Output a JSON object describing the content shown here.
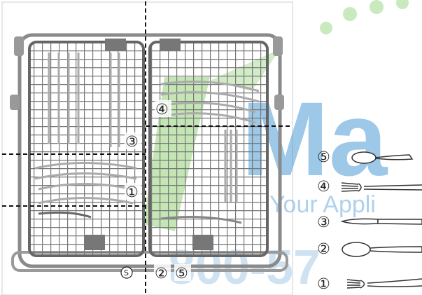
{
  "figure": {
    "watermark": {
      "brand_text": "Ma",
      "tagline_text": "Your Appli",
      "phone_text": "800-57",
      "brand_color": "#3a8fd0",
      "leaf_color": "#6cc04a",
      "phone_color": "#2f7fc6"
    },
    "basket_markers": [
      {
        "id": "zone-4",
        "label": "④"
      },
      {
        "id": "zone-3",
        "label": "③"
      },
      {
        "id": "zone-1",
        "label": "①"
      }
    ],
    "bottom_labels": {
      "s_label": "S",
      "left_label": "②",
      "right_label": "⑤"
    },
    "legend": [
      {
        "label": "⑤",
        "item": "teaspoon"
      },
      {
        "label": "④",
        "item": "fork"
      },
      {
        "label": "③",
        "item": "knife"
      },
      {
        "label": "②",
        "item": "tablespoon"
      },
      {
        "label": "①",
        "item": "salad fork"
      }
    ]
  }
}
